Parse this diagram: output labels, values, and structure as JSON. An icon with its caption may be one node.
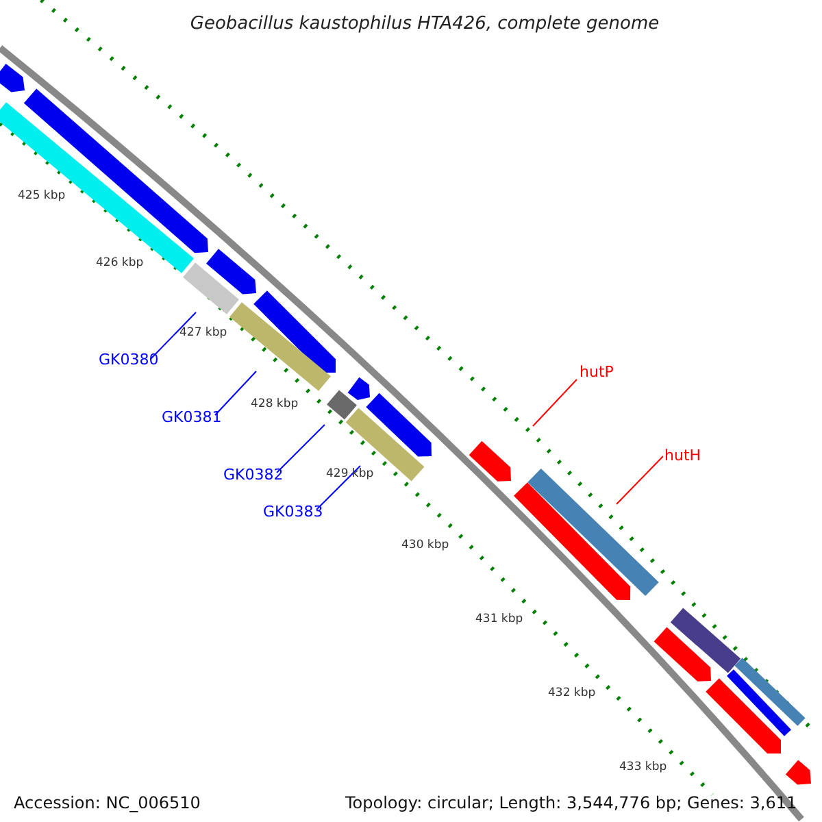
{
  "diagram": {
    "title": "Geobacillus kaustophilus HTA426, complete genome",
    "nodes": [
      {
        "text": [
          "GK0380"
        ]
      },
      {
        "text": [
          "hutP"
        ]
      },
      {
        "text": [
          "GK0381"
        ]
      },
      {
        "text": [
          "hutH"
        ]
      },
      {
        "text": [
          "GK0382"
        ]
      },
      {
        "text": [
          "GK0383"
        ]
      },
      {
        "text": [],
        "shape": "bar"
      },
      {
        "text": [],
        "shape": "bar"
      },
      {
        "text": [],
        "shape": "bar"
      },
      {
        "text": [],
        "shape": "bar"
      },
      {
        "text": [],
        "shape": "bar"
      },
      {
        "text": [],
        "shape": "bar"
      },
      {
        "text": [],
        "shape": "bar"
      },
      {
        "text": [],
        "shape": "bar"
      },
      {
        "text": [],
        "shape": "bar"
      },
      {
        "text": [],
        "shape": "bar"
      },
      {
        "text": [],
        "shape": "bar"
      },
      {
        "text": [],
        "shape": "bar"
      },
      {
        "text": [],
        "shape": "bar"
      },
      {
        "text": [],
        "shape": "bar"
      },
      {
        "text": [],
        "shape": "bar"
      },
      {
        "text": [],
        "shape": "bar"
      },
      {
        "text": [],
        "shape": "bar"
      },
      {
        "text": [],
        "shape": "bar"
      },
      {
        "text": [],
        "shape": "bar"
      },
      {
        "text": [],
        "shape": "bar"
      }
    ],
    "edges": [
      {
        "from": 0,
        "to": 9,
        "arrow": "none"
      },
      {
        "from": 1,
        "to": 17,
        "arrow": "none",
        "color": "#ff0000"
      },
      {
        "from": 2,
        "to": 12,
        "arrow": "none"
      },
      {
        "from": 3,
        "to": 18,
        "arrow": "none",
        "color": "#ff0000"
      },
      {
        "from": 4,
        "to": 14,
        "arrow": "none"
      },
      {
        "from": 5,
        "to": 16,
        "arrow": "none"
      }
    ],
    "labels": [
      "425 kbp",
      "426 kbp",
      "427 kbp",
      "428 kbp",
      "429 kbp",
      "430 kbp",
      "431 kbp",
      "432 kbp",
      "433 kbp",
      "Accession: NC_006510",
      "Topology: circular; Length: 3,544,776 bp; Genes: 3,611"
    ]
  }
}
